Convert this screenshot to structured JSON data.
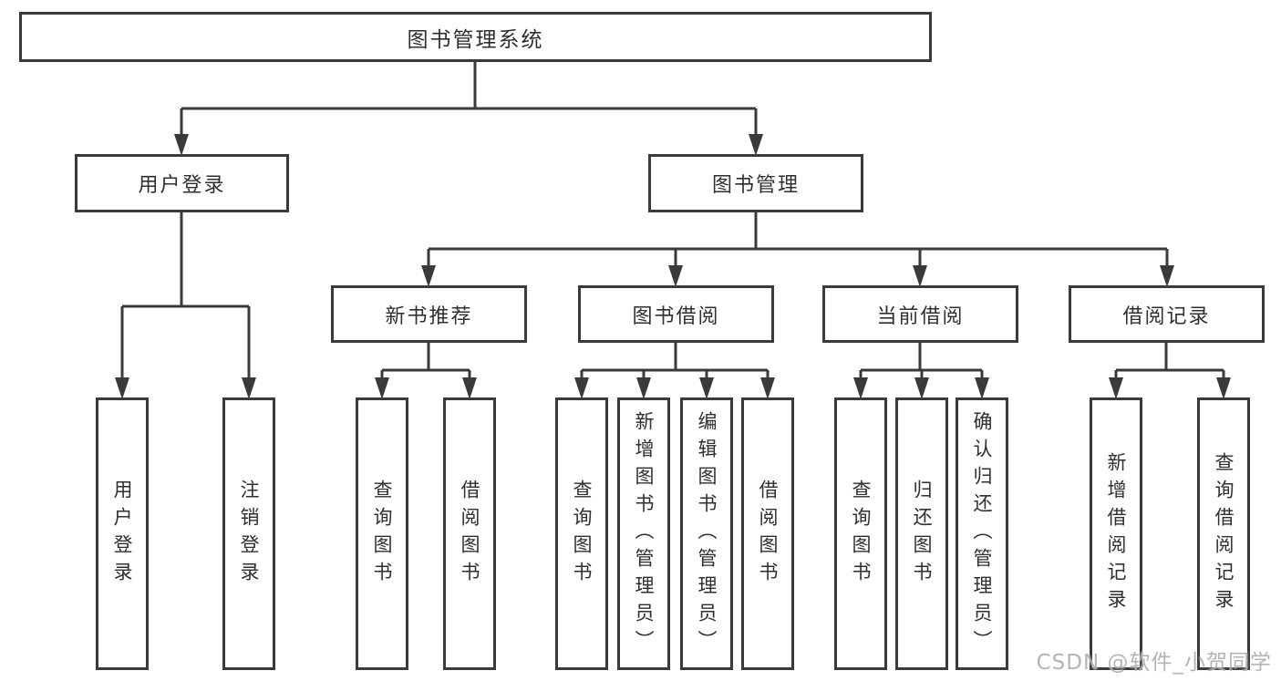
{
  "root": {
    "label": "图书管理系统"
  },
  "branches": [
    {
      "label": "用户登录",
      "children": [
        {
          "label": "用户登录"
        },
        {
          "label": "注销登录"
        }
      ]
    },
    {
      "label": "图书管理",
      "children": [
        {
          "label": "新书推荐",
          "children": [
            {
              "label": "查询图书"
            },
            {
              "label": "借阅图书"
            }
          ]
        },
        {
          "label": "图书借阅",
          "children": [
            {
              "label": "查询图书"
            },
            {
              "label": "新增图书（管理员）"
            },
            {
              "label": "编辑图书（管理员）"
            },
            {
              "label": "借阅图书"
            }
          ]
        },
        {
          "label": "当前借阅",
          "children": [
            {
              "label": "查询图书"
            },
            {
              "label": "归还图书"
            },
            {
              "label": "确认归还（管理员）"
            }
          ]
        },
        {
          "label": "借阅记录",
          "children": [
            {
              "label": "新增借阅记录"
            },
            {
              "label": "查询借阅记录"
            }
          ]
        }
      ]
    }
  ],
  "watermark": "CSDN @软件_小贺同学",
  "colors": {
    "line": "#3a3a3a",
    "text": "#2f2f2f",
    "watermark": "#aeaeae",
    "background": "#ffffff"
  }
}
